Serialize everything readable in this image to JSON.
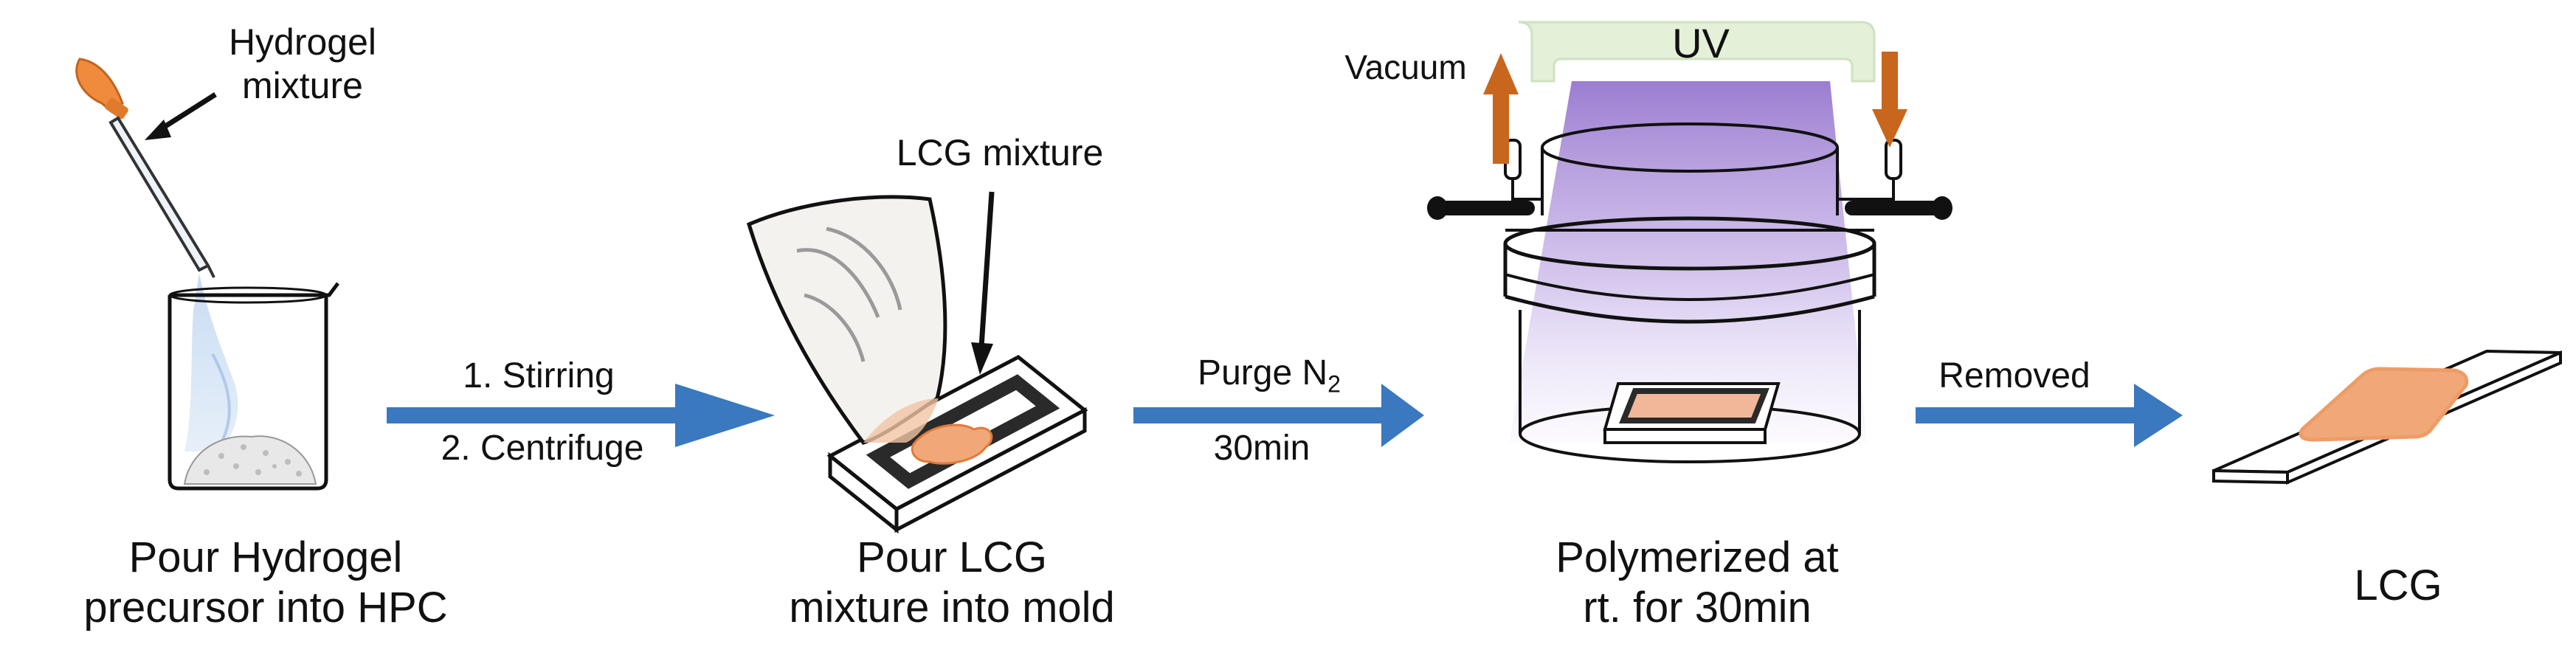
{
  "steps": [
    {
      "caption_line1": "Pour Hydrogel",
      "caption_line2": "precursor into HPC"
    },
    {
      "caption_line1": "Pour LCG",
      "caption_line2": "mixture into mold"
    },
    {
      "caption_line1": "Polymerized at",
      "caption_line2": "rt. for 30min"
    },
    {
      "caption_line1": "LCG"
    }
  ],
  "annotations": {
    "hydrogel_line1": "Hydrogel",
    "hydrogel_line2": "mixture",
    "lcg_mixture": "LCG mixture",
    "vacuum": "Vacuum",
    "uv": "UV"
  },
  "arrows": [
    {
      "top": "1. Stirring",
      "bottom": "2. Centrifuge"
    },
    {
      "top_main": "Purge N",
      "top_sub": "2",
      "bottom": "30min"
    },
    {
      "top": "Removed"
    }
  ],
  "colors": {
    "process_arrow": "#3a78bf",
    "gas_arrow": "#c8661e",
    "sample": "#f0a878",
    "uv_bar": "#e4f0d8",
    "uv_light": "#9b7fd0",
    "mold_frame": "#2a2a2a",
    "dropper_bulb": "#f08a3c",
    "hydrogel_stream": "#bcd4f0"
  },
  "icons": [
    "dropper-icon",
    "beaker-icon",
    "mold-icon",
    "vacuum-chamber-icon",
    "film-icon"
  ]
}
